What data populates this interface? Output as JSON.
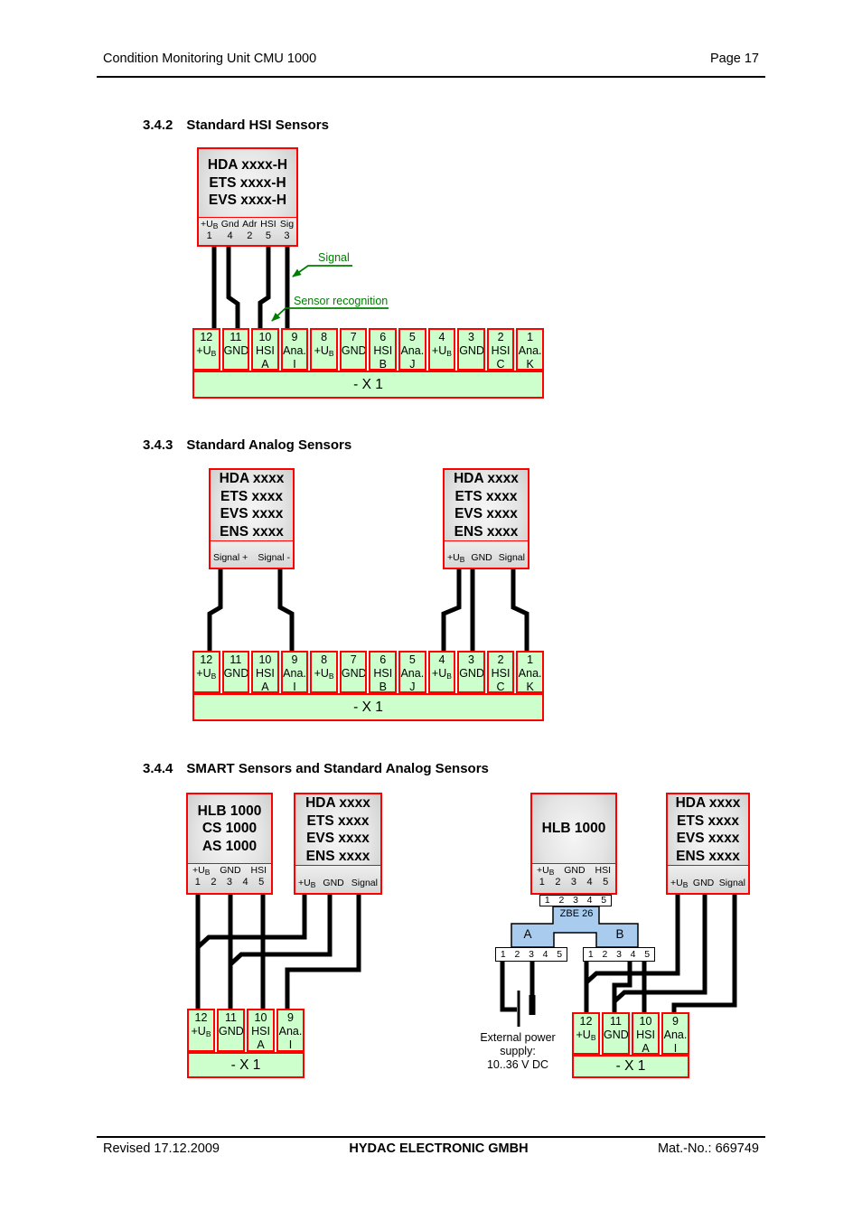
{
  "header": {
    "doc_title": "Condition Monitoring Unit CMU 1000",
    "page_label": "Page 17"
  },
  "footer": {
    "revised": "Revised 17.12.2009",
    "company": "HYDAC ELECTRONIC GMBH",
    "mat_no": "Mat.-No.: 669749"
  },
  "sections": {
    "s1": {
      "number": "3.4.2",
      "title": "Standard HSI Sensors"
    },
    "s2": {
      "number": "3.4.3",
      "title": "Standard Analog Sensors"
    },
    "s3": {
      "number": "3.4.4",
      "title": "SMART Sensors and Standard Analog Sensors"
    }
  },
  "sensors": {
    "hsi": {
      "model_lines": [
        "HDA xxxx-H",
        "ETS xxxx-H",
        "EVS xxxx-H"
      ],
      "pins": [
        {
          "l": "+U",
          "sub": "B",
          "n": "1"
        },
        {
          "l": "Gnd",
          "n": "4"
        },
        {
          "l": "Adr",
          "n": "2"
        },
        {
          "l": "HSI",
          "n": "5"
        },
        {
          "l": "Sig",
          "n": "3"
        }
      ]
    },
    "analog": {
      "model_lines": [
        "HDA xxxx",
        "ETS xxxx",
        "EVS xxxx",
        "ENS xxxx"
      ]
    },
    "analog_pins_diff": [
      {
        "l": "Signal +"
      },
      {
        "l": "Signal -"
      }
    ],
    "analog_pins_3wire": [
      {
        "l": "+U",
        "sub": "B"
      },
      {
        "l": "GND"
      },
      {
        "l": "Signal"
      }
    ],
    "smart": {
      "model_lines": [
        "HLB 1000",
        "CS 1000",
        "AS 1000"
      ]
    },
    "hlb": {
      "model_lines": [
        "HLB 1000"
      ]
    },
    "smart_pins": [
      {
        "l": "+U",
        "sub": "B"
      },
      {
        "l": "GND"
      },
      {
        "l": "HSI"
      }
    ]
  },
  "pin_numbers_5": [
    "1",
    "2",
    "3",
    "4",
    "5"
  ],
  "zbe": {
    "label": "ZBE 26",
    "branch_a": "A",
    "branch_b": "B"
  },
  "annotations": {
    "signal": "Signal",
    "sensor_recognition": "Sensor recognition",
    "ext_power_lines": [
      "External power",
      "supply:",
      "10..36 V DC"
    ]
  },
  "terminal": {
    "x1_label": "- X 1",
    "cells12": [
      {
        "num": "12",
        "l1": "+U",
        "sub": "B"
      },
      {
        "num": "11",
        "l1": "GND"
      },
      {
        "num": "10",
        "l1": "HSI",
        "l2": "A"
      },
      {
        "num": "9",
        "l1": "Ana.",
        "l2": "I"
      },
      {
        "num": "8",
        "l1": "+U",
        "sub": "B"
      },
      {
        "num": "7",
        "l1": "GND"
      },
      {
        "num": "6",
        "l1": "HSI",
        "l2": "B"
      },
      {
        "num": "5",
        "l1": "Ana.",
        "l2": "J"
      },
      {
        "num": "4",
        "l1": "+U",
        "sub": "B"
      },
      {
        "num": "3",
        "l1": "GND"
      },
      {
        "num": "2",
        "l1": "HSI",
        "l2": "C"
      },
      {
        "num": "1",
        "l1": "Ana.",
        "l2": "K"
      }
    ],
    "cells4": [
      {
        "num": "12",
        "l1": "+U",
        "sub": "B"
      },
      {
        "num": "11",
        "l1": "GND"
      },
      {
        "num": "10",
        "l1": "HSI",
        "l2": "A"
      },
      {
        "num": "9",
        "l1": "Ana.",
        "l2": "I"
      }
    ]
  },
  "colors": {
    "cell_green": "#ccffcc",
    "border_red": "#ff0000",
    "zbe_blue": "#a8cbee",
    "annotation_green": "#007d00",
    "wire_black": "#000000"
  }
}
